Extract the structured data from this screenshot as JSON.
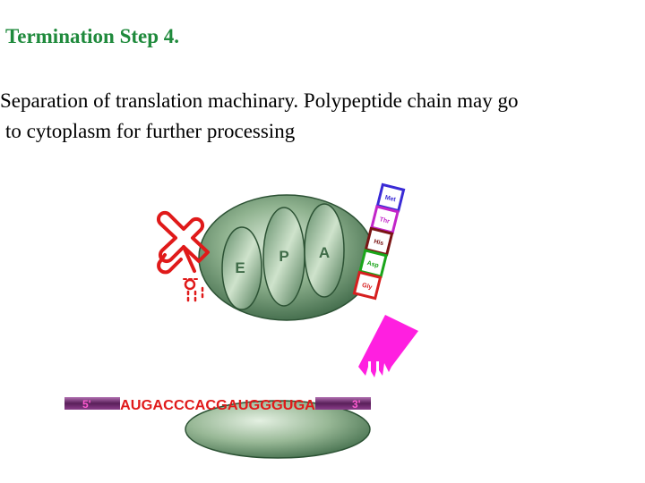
{
  "title": "Termination Step 4.",
  "description": {
    "line1": "Separation of translation machinary. Polypeptide chain may go",
    "line2": "to cytoplasm for further processing"
  },
  "ribosome": {
    "sites": [
      "E",
      "P",
      "A"
    ]
  },
  "polypeptide": {
    "amino_acids": [
      {
        "label": "Met",
        "color": "#3a2bd6"
      },
      {
        "label": "Thr",
        "color": "#c225c9"
      },
      {
        "label": "His",
        "color": "#7a1414"
      },
      {
        "label": "Asp",
        "color": "#1aa51a"
      },
      {
        "label": "Gly",
        "color": "#d61f1f"
      }
    ]
  },
  "mrna": {
    "five_prime": "5'",
    "sequence": "AUGACCCACGAUGGGUGA",
    "three_prime": "3'"
  },
  "colors": {
    "title": "#1f8a3c",
    "ribosome": "#3e6b4a",
    "trna": "#e01a1a",
    "release_factor": "#ff1fe0",
    "mrna_band": "#7a2a7a"
  }
}
